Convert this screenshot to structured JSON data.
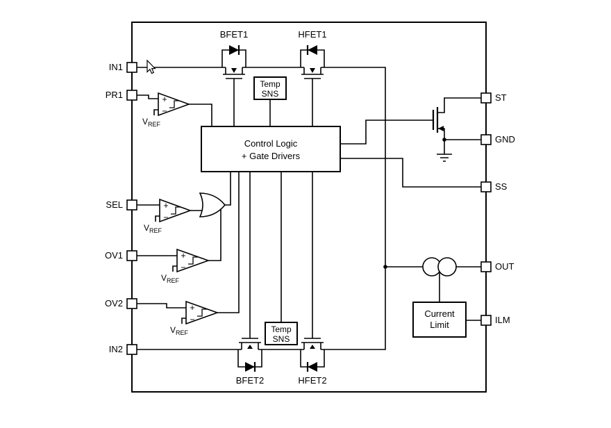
{
  "figure": {
    "pins_left": [
      {
        "label": "IN1"
      },
      {
        "label": "PR1"
      },
      {
        "label": "SEL"
      },
      {
        "label": "OV1"
      },
      {
        "label": "OV2"
      },
      {
        "label": "IN2"
      }
    ],
    "pins_right": [
      {
        "label": "ST"
      },
      {
        "label": "GND"
      },
      {
        "label": "SS"
      },
      {
        "label": "OUT"
      },
      {
        "label": "ILM"
      }
    ],
    "fet_labels": {
      "bfet1": "BFET1",
      "hfet1": "HFET1",
      "bfet2": "BFET2",
      "hfet2": "HFET2"
    },
    "blocks": {
      "control_logic": {
        "line1": "Control Logic",
        "line2": "+ Gate Drivers"
      },
      "temp_sns_top": {
        "line1": "Temp",
        "line2": "SNS"
      },
      "temp_sns_bottom": {
        "line1": "Temp",
        "line2": "SNS"
      },
      "current_limit": {
        "line1": "Current",
        "line2": "Limit"
      }
    },
    "comparator_signs": {
      "plus": "+",
      "minus": "−"
    },
    "vref": {
      "base": "V",
      "sub": "REF"
    },
    "colors": {
      "line": "#000000",
      "background": "#ffffff"
    }
  }
}
